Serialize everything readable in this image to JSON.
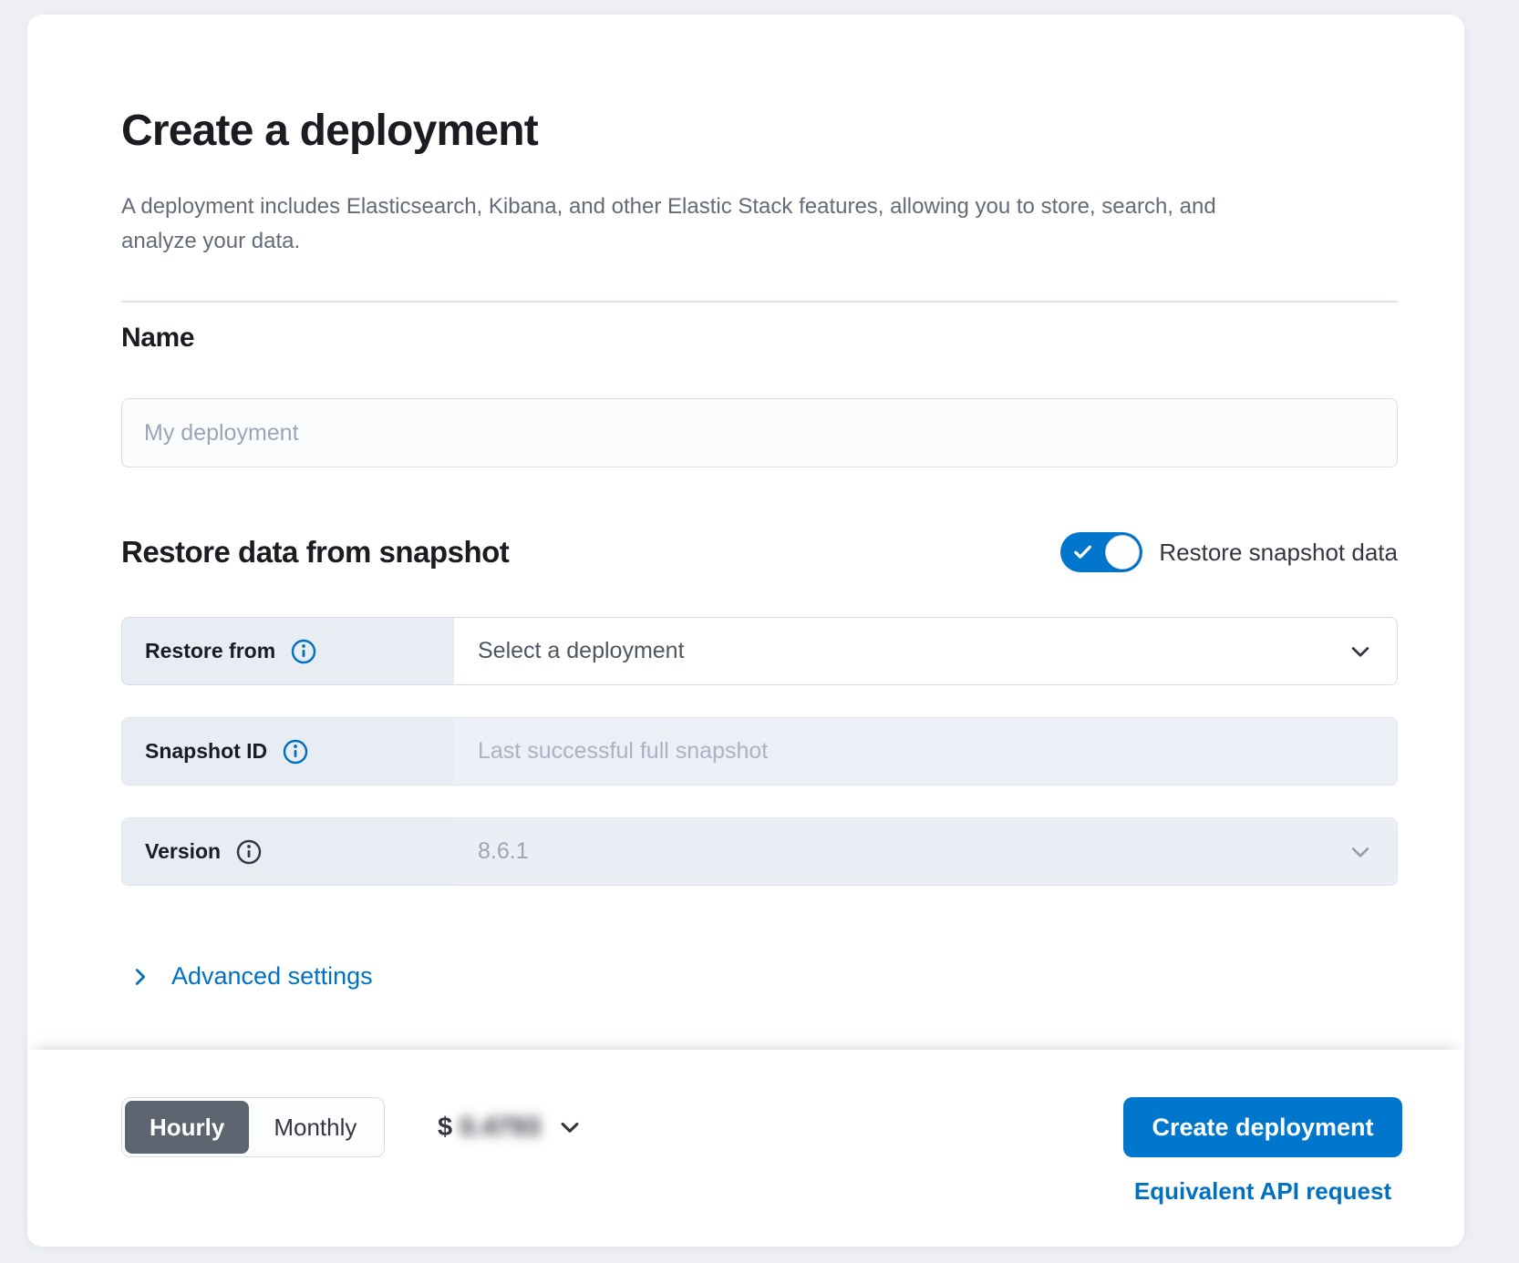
{
  "colors": {
    "primary_blue": "#0077cc",
    "link_blue": "#0071c2",
    "selected_segment_gray": "#5d6571",
    "row_label_bg": "#e8ecf3",
    "disabled_field_bg": "#ecf0f6"
  },
  "header": {
    "title": "Create a deployment",
    "subtitle": "A deployment includes Elasticsearch, Kibana, and other Elastic Stack features, allowing you to store, search, and analyze your data."
  },
  "name_section": {
    "heading": "Name",
    "input_value": "",
    "input_placeholder": "My deployment"
  },
  "snapshot_section": {
    "heading": "Restore data from snapshot",
    "toggle": {
      "label": "Restore snapshot data",
      "state": "on",
      "icon": "check-icon"
    },
    "rows": [
      {
        "label": "Restore from",
        "info_icon": "info-icon",
        "value": "Select a deployment",
        "control": "select",
        "disabled": false
      },
      {
        "label": "Snapshot ID",
        "info_icon": "info-icon",
        "value": "",
        "placeholder": "Last successful full snapshot",
        "control": "text-input",
        "disabled": true
      },
      {
        "label": "Version",
        "info_icon": "info-icon",
        "value": "8.6.1",
        "control": "select",
        "disabled": true
      }
    ]
  },
  "advanced_settings": {
    "label": "Advanced settings",
    "icon": "chevron-right-icon"
  },
  "footer": {
    "billing_period": {
      "options": [
        "Hourly",
        "Monthly"
      ],
      "selected": "Hourly"
    },
    "price": {
      "currency_symbol": "$",
      "amount": "0.4793",
      "amount_obscured": true,
      "icon": "chevron-down-icon"
    },
    "create_button_label": "Create deployment",
    "api_link_label": "Equivalent API request"
  }
}
